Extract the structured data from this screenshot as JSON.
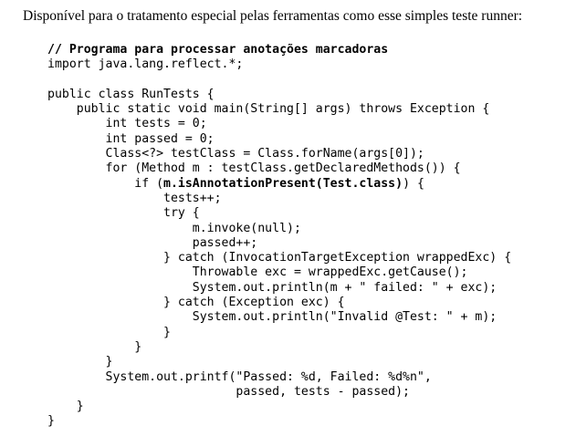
{
  "intro_text": "Disponível para o tratamento especial pelas ferramentas como esse simples teste runner:",
  "code_lines": [
    {
      "segments": [
        {
          "text": "// Programa para processar anotações marcadoras",
          "bold": true
        }
      ]
    },
    {
      "segments": [
        {
          "text": "import java.lang.reflect.*;",
          "bold": false
        }
      ]
    },
    {
      "segments": [
        {
          "text": "",
          "bold": false
        }
      ]
    },
    {
      "segments": [
        {
          "text": "public class RunTests {",
          "bold": false
        }
      ]
    },
    {
      "segments": [
        {
          "text": "    public static void main(String[] args) throws Exception {",
          "bold": false
        }
      ]
    },
    {
      "segments": [
        {
          "text": "        int tests = 0;",
          "bold": false
        }
      ]
    },
    {
      "segments": [
        {
          "text": "        int passed = 0;",
          "bold": false
        }
      ]
    },
    {
      "segments": [
        {
          "text": "        Class<?> testClass = Class.forName(args[0]);",
          "bold": false
        }
      ]
    },
    {
      "segments": [
        {
          "text": "        for (Method m : testClass.getDeclaredMethods()) {",
          "bold": false
        }
      ]
    },
    {
      "segments": [
        {
          "text": "            if (",
          "bold": false
        },
        {
          "text": "m.isAnnotationPresent(Test.class)",
          "bold": true
        },
        {
          "text": ") {",
          "bold": false
        }
      ]
    },
    {
      "segments": [
        {
          "text": "                tests++;",
          "bold": false
        }
      ]
    },
    {
      "segments": [
        {
          "text": "                try {",
          "bold": false
        }
      ]
    },
    {
      "segments": [
        {
          "text": "                    m.invoke(null);",
          "bold": false
        }
      ]
    },
    {
      "segments": [
        {
          "text": "                    passed++;",
          "bold": false
        }
      ]
    },
    {
      "segments": [
        {
          "text": "                } catch (InvocationTargetException wrappedExc) {",
          "bold": false
        }
      ]
    },
    {
      "segments": [
        {
          "text": "                    Throwable exc = wrappedExc.getCause();",
          "bold": false
        }
      ]
    },
    {
      "segments": [
        {
          "text": "                    System.out.println(m + \" failed: \" + exc);",
          "bold": false
        }
      ]
    },
    {
      "segments": [
        {
          "text": "                } catch (Exception exc) {",
          "bold": false
        }
      ]
    },
    {
      "segments": [
        {
          "text": "                    System.out.println(\"Invalid @Test: \" + m);",
          "bold": false
        }
      ]
    },
    {
      "segments": [
        {
          "text": "                }",
          "bold": false
        }
      ]
    },
    {
      "segments": [
        {
          "text": "            }",
          "bold": false
        }
      ]
    },
    {
      "segments": [
        {
          "text": "        }",
          "bold": false
        }
      ]
    },
    {
      "segments": [
        {
          "text": "        System.out.printf(\"Passed: %d, Failed: %d%n\",",
          "bold": false
        }
      ]
    },
    {
      "segments": [
        {
          "text": "                          passed, tests - passed);",
          "bold": false
        }
      ]
    },
    {
      "segments": [
        {
          "text": "    }",
          "bold": false
        }
      ]
    },
    {
      "segments": [
        {
          "text": "}",
          "bold": false
        }
      ]
    }
  ]
}
